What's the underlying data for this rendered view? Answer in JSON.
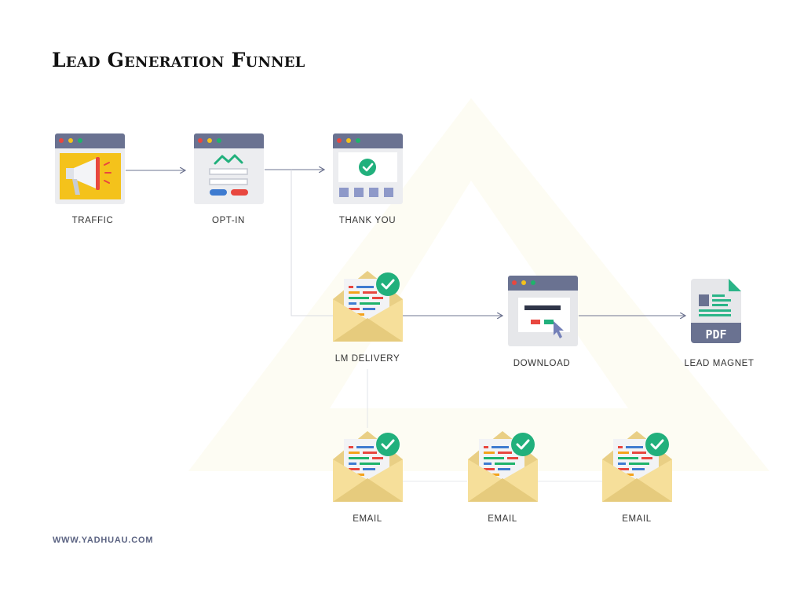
{
  "page": {
    "title": "Lead Generation Funnel",
    "footer": "WWW.YADHUAU.COM"
  },
  "colors": {
    "browser_bar": "#6a7291",
    "dot_red": "#e8473f",
    "dot_yellow": "#f4c21b",
    "dot_green": "#1fb36b",
    "panel": "#ecedf0",
    "envelope": "#f6df9a",
    "check": "#21b07c",
    "connector": "#6e7490",
    "pdf_body": "#e6e7ea",
    "pdf_base": "#6a7291",
    "pdf_accent": "#2ab487"
  },
  "nodes": {
    "traffic": {
      "label": "TRAFFIC",
      "icon": "megaphone-icon"
    },
    "optin": {
      "label": "OPT-IN",
      "icon": "form-page-icon"
    },
    "thankyou": {
      "label": "THANK YOU",
      "icon": "thank-you-page-icon"
    },
    "lm_delivery": {
      "label": "LM DELIVERY",
      "icon": "email-envelope-icon"
    },
    "download": {
      "label": "DOWNLOAD",
      "icon": "download-page-icon"
    },
    "lead_magnet": {
      "label": "LEAD MAGNET",
      "icon": "pdf-file-icon",
      "badge": "PDF"
    },
    "email_1": {
      "label": "EMAIL",
      "icon": "email-envelope-icon"
    },
    "email_2": {
      "label": "EMAIL",
      "icon": "email-envelope-icon"
    },
    "email_3": {
      "label": "EMAIL",
      "icon": "email-envelope-icon"
    }
  }
}
